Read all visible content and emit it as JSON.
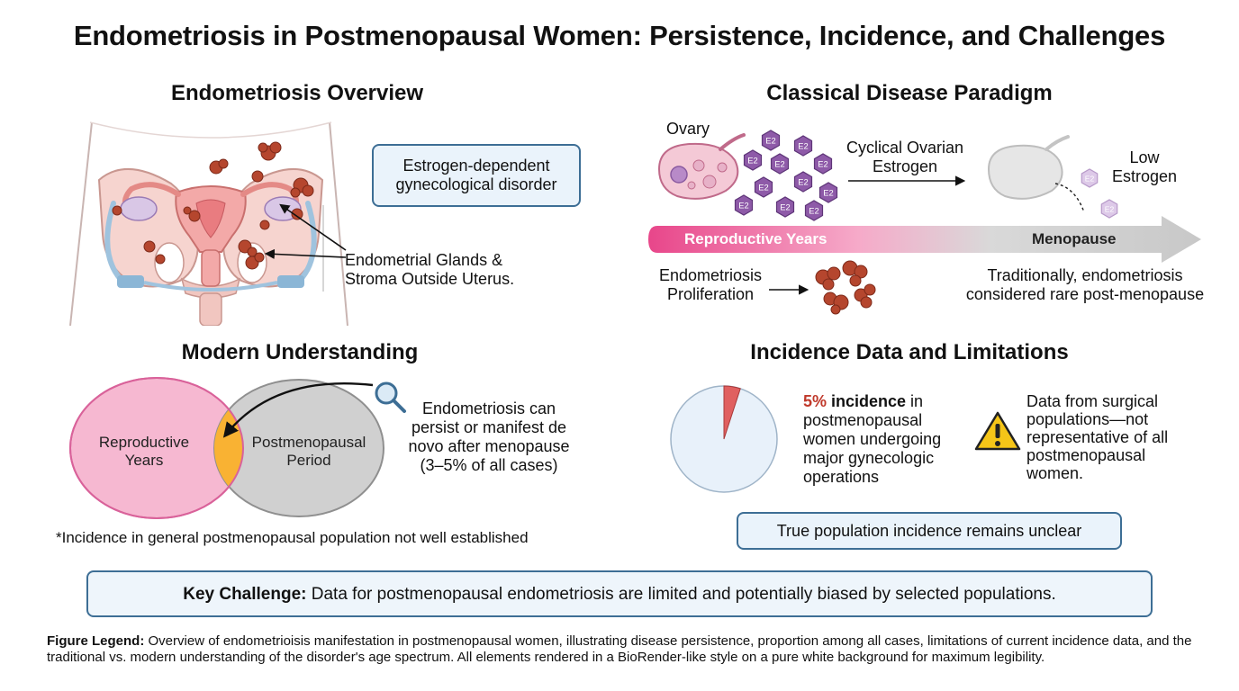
{
  "title": "Endometriosis in Postmenopausal Women: Persistence, Incidence, and Challenges",
  "overview": {
    "heading": "Endometriosis Overview",
    "box": [
      "Estrogen-dependent",
      "gynecological disorder"
    ],
    "annotation": [
      "Endometrial Glands &",
      "Stroma Outside Uterus."
    ]
  },
  "paradigm": {
    "heading": "Classical Disease Paradigm",
    "ovary_label": "Ovary",
    "hormone_label": "E2",
    "cyclical": [
      "Cyclical Ovarian",
      "Estrogen"
    ],
    "low_estrogen": [
      "Low",
      "Estrogen"
    ],
    "timeline_left": "Reproductive Years",
    "timeline_right": "Menopause",
    "proliferation": [
      "Endometriosis",
      "Proliferation"
    ],
    "traditional": [
      "Traditionally, endometriosis",
      "considered rare post-menopause"
    ]
  },
  "modern": {
    "heading": "Modern Understanding",
    "circle_left": [
      "Reproductive",
      "Years"
    ],
    "circle_right": [
      "Postmenopausal",
      "Period"
    ],
    "note": [
      "Endometriosis can",
      "persist or manifest de",
      "novo after menopause",
      "(3–5% of all cases)"
    ],
    "footnote": "*Incidence in general postmenopausal population not well established"
  },
  "incidence": {
    "heading": "Incidence Data and Limitations",
    "pie_percent": 5,
    "stat_bold_red": "5%",
    "stat_bold": " incidence",
    "stat_rest": [
      " in",
      "postmenopausal",
      "women undergoing",
      "major gynecologic",
      "operations"
    ],
    "warning": [
      "Data from surgical",
      "populations—not",
      "representative of all",
      "postmenopausal",
      "women."
    ],
    "box": "True population incidence remains unclear"
  },
  "key": {
    "label": "Key Challenge:",
    "text": " Data for postmenopausal endometriosis are limited and potentially biased by selected populations."
  },
  "legend": {
    "label": "Figure Legend:",
    "text": " Overview of endometrioisis manifestation in postmenopausal women, illustrating disease persistence, proportion among all cases, limitations of current incidence data, and the traditional vs. modern understanding of the disorder's age spectrum. All elements rendered in a BioRender-like style on a pure white background for maximum legibility."
  },
  "colors": {
    "pink": "#e8468a",
    "box_border": "#3d6e95",
    "box_fill": "#eaf3fb",
    "lesion": "#b5462e",
    "hormone": "#8e5aa8",
    "venn_overlap": "#f9b233",
    "pie_slice": "#e06060",
    "warning": "#f5c518"
  }
}
